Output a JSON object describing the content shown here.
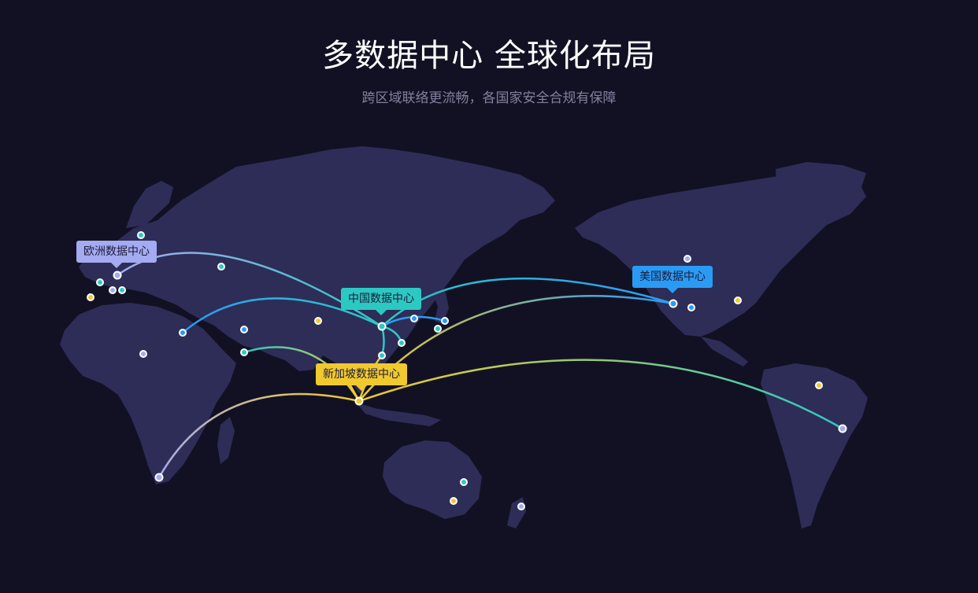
{
  "header": {
    "title": "多数据中心 全球化布局",
    "subtitle": "跨区域联络更流畅，各国家安全合规有保障"
  },
  "data_centers": {
    "europe": {
      "label": "欧洲数据中心"
    },
    "china": {
      "label": "中国数据中心"
    },
    "us": {
      "label": "美国数据中心"
    },
    "singapore": {
      "label": "新加坡数据中心"
    }
  },
  "colors": {
    "background": "#121124",
    "land": "#2e2d57",
    "europe": "#a4abf0",
    "china": "#2cc9c3",
    "us": "#2a9bf4",
    "singapore": "#f0c92e"
  }
}
